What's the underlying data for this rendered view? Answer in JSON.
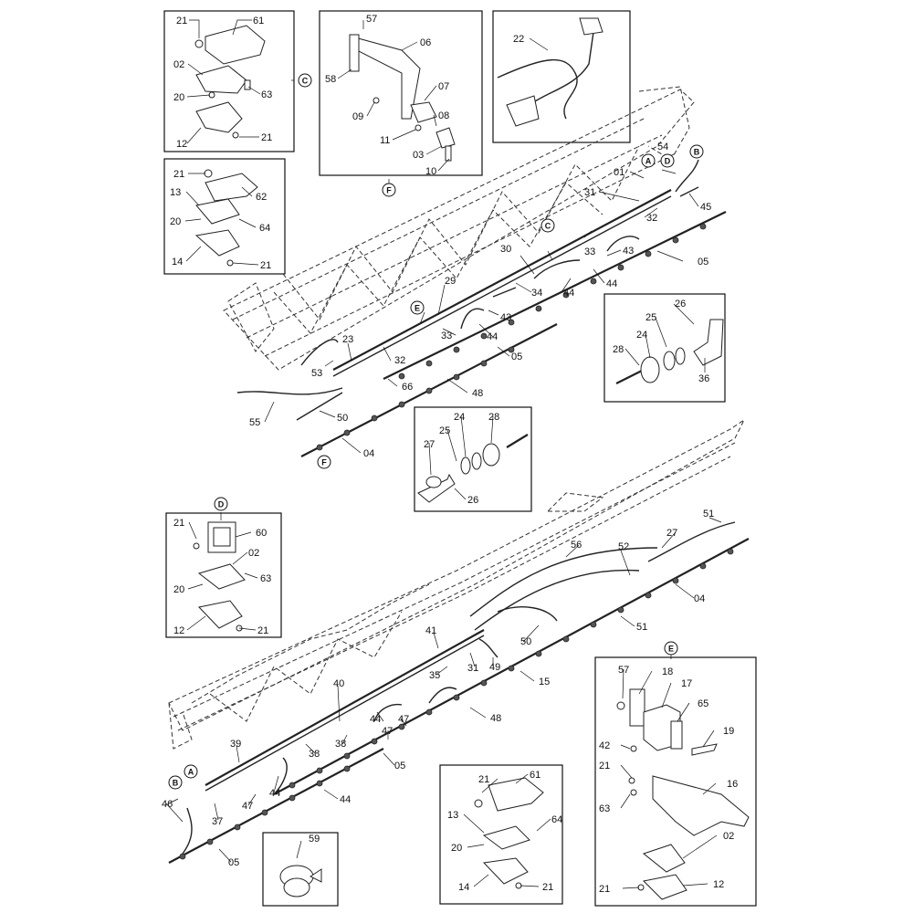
{
  "callouts": {
    "A": "A",
    "B": "B",
    "C": "C",
    "D": "D",
    "E": "E",
    "F": "F"
  },
  "parts": {
    "p01": "01",
    "p02": "02",
    "p03": "03",
    "p04": "04",
    "p05": "05",
    "p06": "06",
    "p07": "07",
    "p08": "08",
    "p09": "09",
    "p10": "10",
    "p11": "11",
    "p12": "12",
    "p13": "13",
    "p14": "14",
    "p15": "15",
    "p16": "16",
    "p17": "17",
    "p18": "18",
    "p19": "19",
    "p20": "20",
    "p21": "21",
    "p22": "22",
    "p23": "23",
    "p24": "24",
    "p25": "25",
    "p26": "26",
    "p27": "27",
    "p28": "28",
    "p29": "29",
    "p30": "30",
    "p31": "31",
    "p32": "32",
    "p33": "33",
    "p34": "34",
    "p35": "35",
    "p36": "36",
    "p37": "37",
    "p38": "38",
    "p39": "39",
    "p40": "40",
    "p41": "41",
    "p42": "42",
    "p43": "43",
    "p44": "44",
    "p45": "45",
    "p46": "46",
    "p47": "47",
    "p48": "48",
    "p49": "49",
    "p50": "50",
    "p51": "51",
    "p52": "52",
    "p53": "53",
    "p54": "54",
    "p55": "55",
    "p56": "56",
    "p57": "57",
    "p58": "58",
    "p59": "59",
    "p60": "60",
    "p61": "61",
    "p62": "62",
    "p63": "63",
    "p64": "64",
    "p65": "65",
    "p66": "66"
  }
}
